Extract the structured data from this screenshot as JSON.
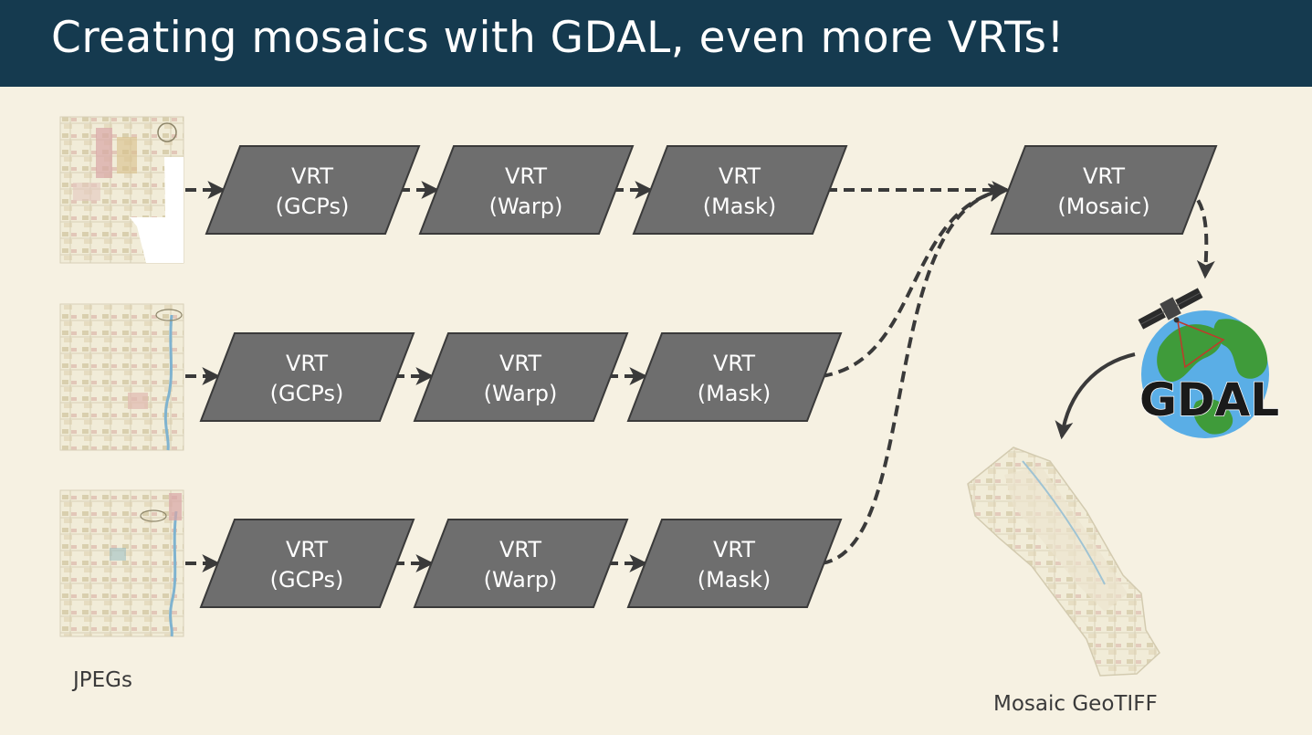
{
  "title": "Creating mosaics with GDAL, even more VRTs!",
  "colors": {
    "title_bar": "#153a4f",
    "background": "#f6f1e2",
    "node_fill": "#6e6e6e",
    "node_stroke": "#3a3a3a",
    "arrow": "#3a3a3a"
  },
  "icons": {
    "satellite": "satellite-icon",
    "globe": "globe-icon"
  },
  "pipelines": [
    {
      "nodes": [
        {
          "line1": "VRT",
          "line2": "(GCPs)"
        },
        {
          "line1": "VRT",
          "line2": "(Warp)"
        },
        {
          "line1": "VRT",
          "line2": "(Mask)"
        }
      ]
    },
    {
      "nodes": [
        {
          "line1": "VRT",
          "line2": "(GCPs)"
        },
        {
          "line1": "VRT",
          "line2": "(Warp)"
        },
        {
          "line1": "VRT",
          "line2": "(Mask)"
        }
      ]
    },
    {
      "nodes": [
        {
          "line1": "VRT",
          "line2": "(GCPs)"
        },
        {
          "line1": "VRT",
          "line2": "(Warp)"
        },
        {
          "line1": "VRT",
          "line2": "(Mask)"
        }
      ]
    }
  ],
  "mosaic_node": {
    "line1": "VRT",
    "line2": "(Mosaic)"
  },
  "gdal_logo_text": "GDAL",
  "captions": {
    "jpegs": "JPEGs",
    "mosaic_geotiff": "Mosaic GeoTIFF"
  }
}
